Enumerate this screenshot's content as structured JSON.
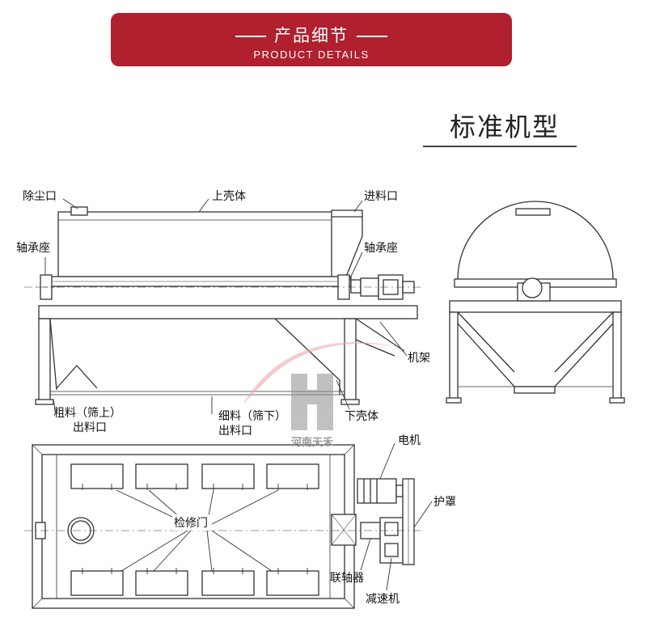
{
  "header": {
    "title": "产品细节",
    "subtitle": "PRODUCT DETAILS",
    "color": "#b0202e"
  },
  "section_title": "标准机型",
  "watermark": {
    "text": "河南天禾"
  },
  "labels": {
    "dust_outlet": "除尘口",
    "upper_shell": "上壳体",
    "feed_inlet": "进料口",
    "bearing_left": "轴承座",
    "bearing_right": "轴承座",
    "frame": "机架",
    "coarse_1": "粗料（筛上）",
    "coarse_2": "出料口",
    "fine_1": "细料（筛下）",
    "fine_2": "出料口",
    "lower_shell": "下壳体",
    "motor": "电机",
    "guard": "护罩",
    "access_door": "检修门",
    "coupling": "联轴器",
    "reducer": "减速机"
  }
}
